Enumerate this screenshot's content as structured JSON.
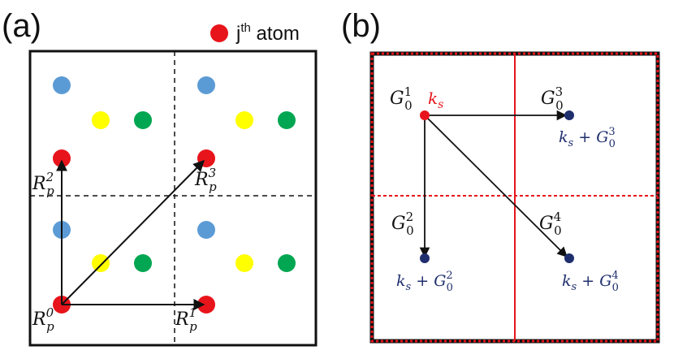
{
  "panels": {
    "a": {
      "label": "(a)",
      "legend": {
        "text_pre": "j",
        "text_sup": "th",
        "text_post": " atom",
        "dot_color": "#e8141b"
      },
      "vectors": {
        "r0": {
          "base": "R",
          "sub": "p",
          "sup": "0"
        },
        "r1": {
          "base": "R",
          "sub": "p",
          "sup": "1"
        },
        "r2": {
          "base": "R",
          "sub": "p",
          "sup": "2"
        },
        "r3": {
          "base": "R",
          "sub": "p",
          "sup": "3"
        }
      },
      "atom_colors": {
        "red": "#e8141b",
        "blue": "#5b9bd5",
        "yellow": "#ffff00",
        "green": "#00a651"
      }
    },
    "b": {
      "label": "(b)",
      "k_label": {
        "base": "k",
        "sub": "s"
      },
      "g_labels": {
        "g1": {
          "base": "G",
          "sub": "0",
          "sup": "1"
        },
        "g2": {
          "base": "G",
          "sub": "0",
          "sup": "2"
        },
        "g3": {
          "base": "G",
          "sub": "0",
          "sup": "3"
        },
        "g4": {
          "base": "G",
          "sub": "0",
          "sup": "4"
        }
      },
      "sum_labels": {
        "s2": {
          "k": "k",
          "k_sub": "s",
          "plus": " + ",
          "g": "G",
          "g_sub": "0",
          "g_sup": "2"
        },
        "s3": {
          "k": "k",
          "k_sub": "s",
          "plus": " + ",
          "g": "G",
          "g_sub": "0",
          "g_sup": "3"
        },
        "s4": {
          "k": "k",
          "k_sub": "s",
          "plus": " + ",
          "g": "G",
          "g_sub": "0",
          "g_sup": "4"
        }
      },
      "colors": {
        "origin": "#e8141b",
        "point": "#1f2f6e",
        "grid": "#e8141b"
      }
    }
  }
}
